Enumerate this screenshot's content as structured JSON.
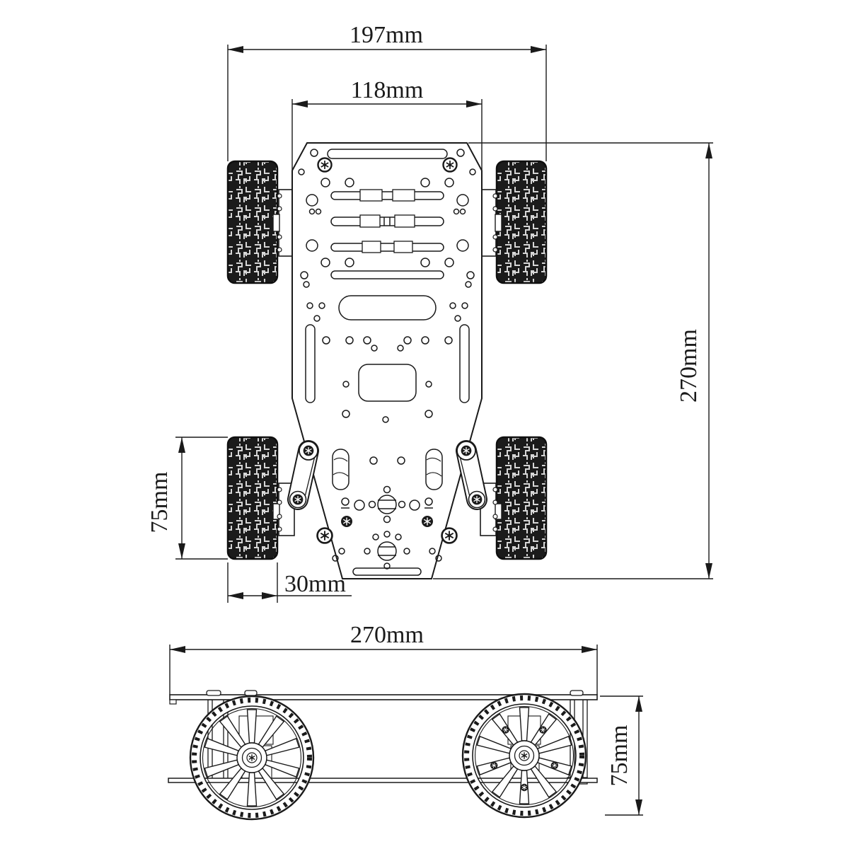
{
  "colors": {
    "background": "#ffffff",
    "line": "#1a1a1a"
  },
  "dimensions": {
    "track_width": {
      "label": "197mm",
      "orientation": "horizontal",
      "view": "top"
    },
    "plate_width": {
      "label": "118mm",
      "orientation": "horizontal",
      "view": "top"
    },
    "chassis_length": {
      "label": "270mm",
      "orientation": "vertical",
      "view": "top"
    },
    "wheel_diameter": {
      "label": "75mm",
      "orientation": "vertical",
      "view": "top"
    },
    "wheel_width": {
      "label": "30mm",
      "orientation": "horizontal",
      "view": "top"
    },
    "side_length": {
      "label": "270mm",
      "orientation": "horizontal",
      "view": "side"
    },
    "side_wheel_diameter": {
      "label": "75mm",
      "orientation": "vertical",
      "view": "side"
    }
  }
}
